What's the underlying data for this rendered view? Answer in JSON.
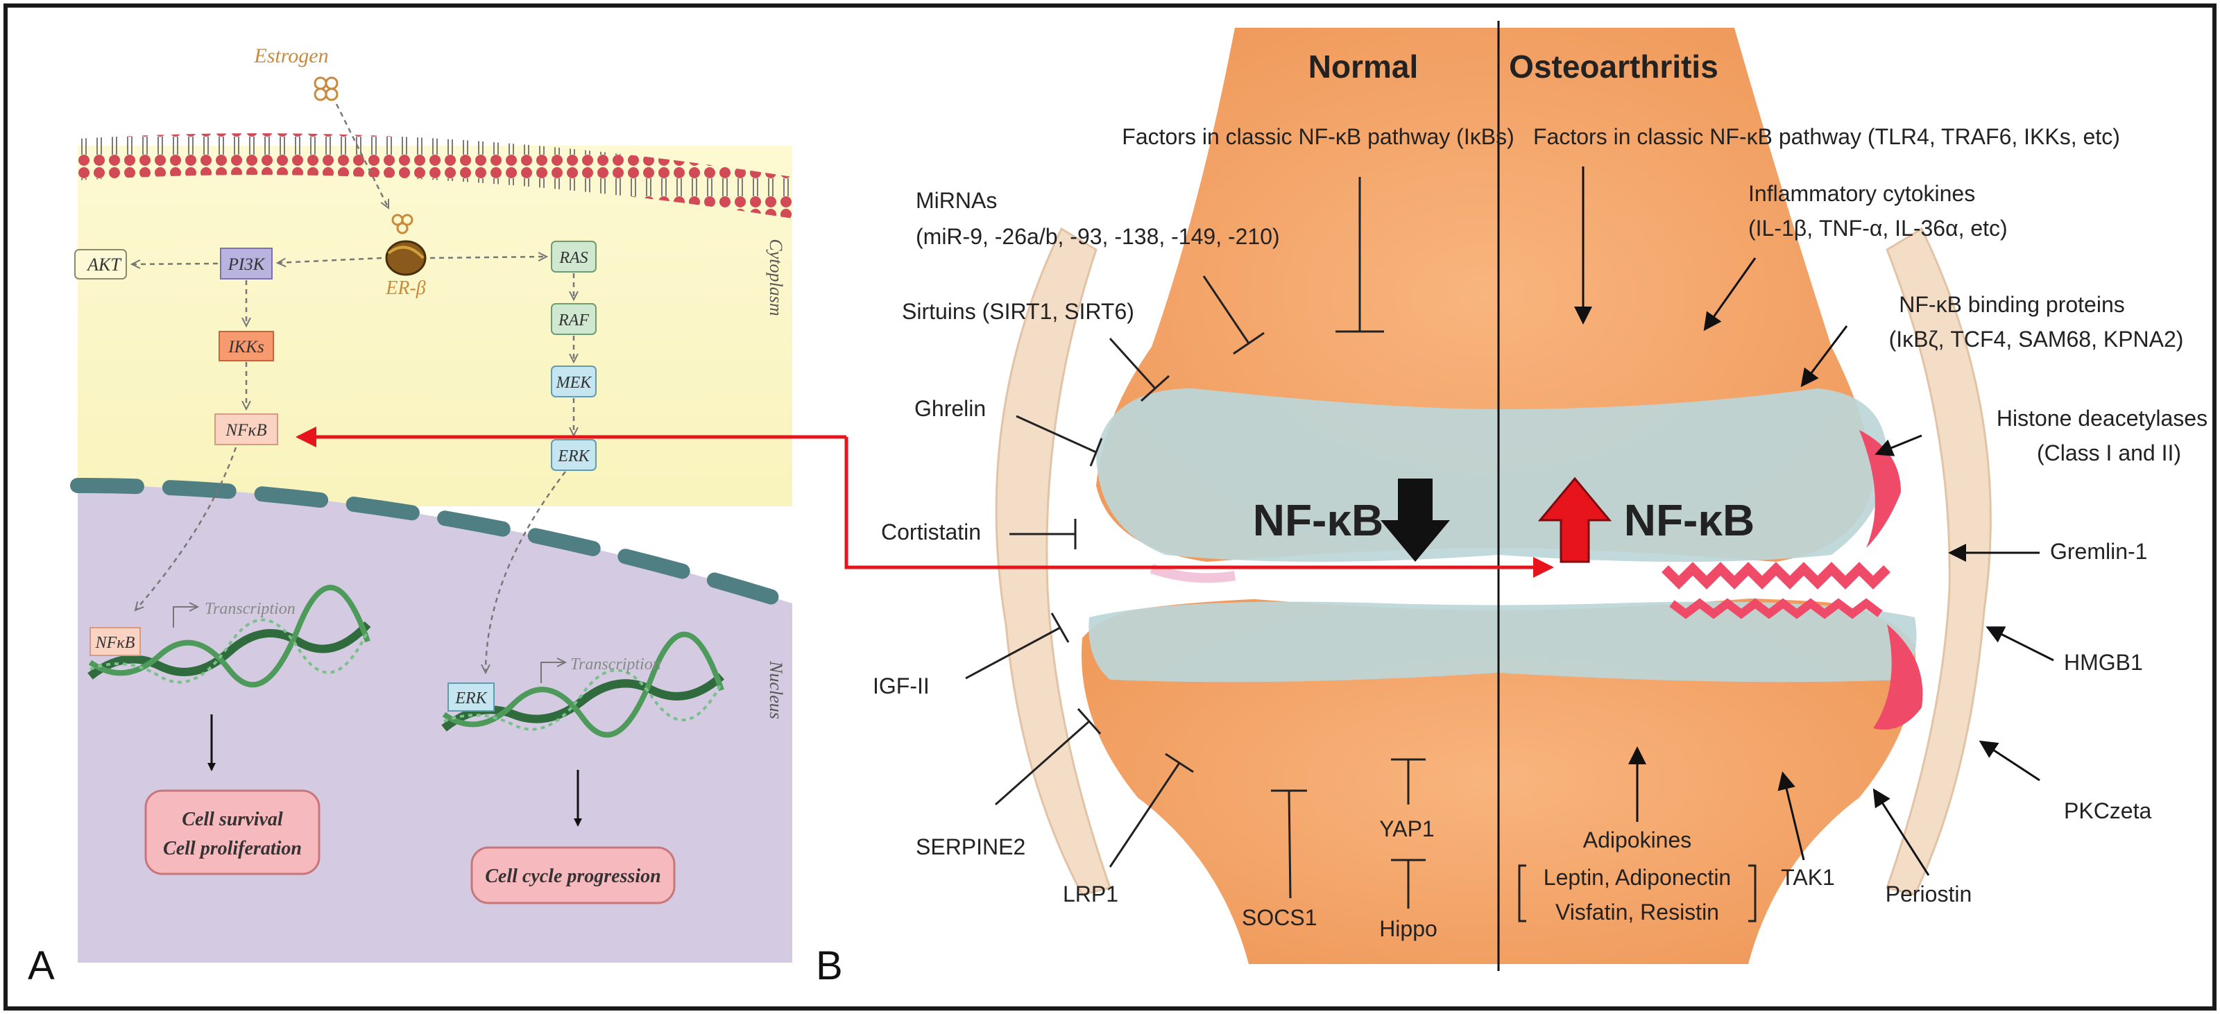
{
  "panel_a": {
    "letter": "A",
    "estrogen": "Estrogen",
    "receptor": "ER-β",
    "cytoplasm": "Cytoplasm",
    "nucleus": "Nucleus",
    "akt": "AKT",
    "pi3k": "PI3K",
    "ikks": "IKKs",
    "nfkb": "NFκB",
    "ras": "RAS",
    "raf": "RAF",
    "mek": "MEK",
    "erk": "ERK",
    "nfkb_nuclear": "NFκB",
    "erk_nuclear": "ERK",
    "transcription_left": "Transcription",
    "transcription_right": "Transcription",
    "outcome_left_line1": "Cell survival",
    "outcome_left_line2": "Cell proliferation",
    "outcome_right": "Cell cycle progression"
  },
  "panel_b": {
    "letter": "B",
    "header_normal": "Normal",
    "header_oa": "Osteoarthritis",
    "center_label_left": "NF-κB",
    "center_label_right": "NF-κB",
    "normal_inhibitors": {
      "classic": "Factors in classic NF-κB pathway (IκBs)",
      "mirnas_line1": "MiRNAs",
      "mirnas_line2": "(miR-9, -26a/b, -93, -138, -149, -210)",
      "sirtuins": "Sirtuins (SIRT1, SIRT6)",
      "ghrelin": "Ghrelin",
      "cortistatin": "Cortistatin",
      "igf2": "IGF-II",
      "serpine2": "SERPINE2",
      "lrp1": "LRP1",
      "socs1": "SOCS1",
      "yap1": "YAP1",
      "hippo": "Hippo"
    },
    "oa_activators": {
      "classic": "Factors in classic NF-κB pathway (TLR4, TRAF6, IKKs, etc)",
      "cytokines_line1": "Inflammatory cytokines",
      "cytokines_line2": "(IL-1β, TNF-α, IL-36α, etc)",
      "binding_line1": "NF-κB binding proteins",
      "binding_line2": "(IκBζ, TCF4, SAM68, KPNA2)",
      "hdac_line1": "Histone deacetylases",
      "hdac_line2": "(Class I and II)",
      "gremlin": "Gremlin-1",
      "hmgb1": "HMGB1",
      "pkczeta": "PKCzeta",
      "periostin": "Periostin",
      "tak1": "TAK1",
      "adipokines_line1": "Adipokines",
      "adipokines_line2": "Leptin, Adiponectin",
      "adipokines_line3": "Visfatin, Resistin"
    }
  },
  "colors": {
    "frame": "#1a1a1a",
    "connector_red": "#e8141c",
    "cartilage_blue": "#bcd6d8",
    "bone_orange": "#f5a66c",
    "cytoplasm_yellow": "#fbf6c8",
    "nucleus_lavender": "#d4cbe3",
    "membrane_red": "#d24a55",
    "outcome_pink": "#f6b9bd",
    "box_purple": "#b9b3e0",
    "box_orange": "#f79a6f",
    "box_peach": "#fbd3c3",
    "box_green": "#cfe8cf",
    "box_cyan": "#c5e6f0"
  }
}
